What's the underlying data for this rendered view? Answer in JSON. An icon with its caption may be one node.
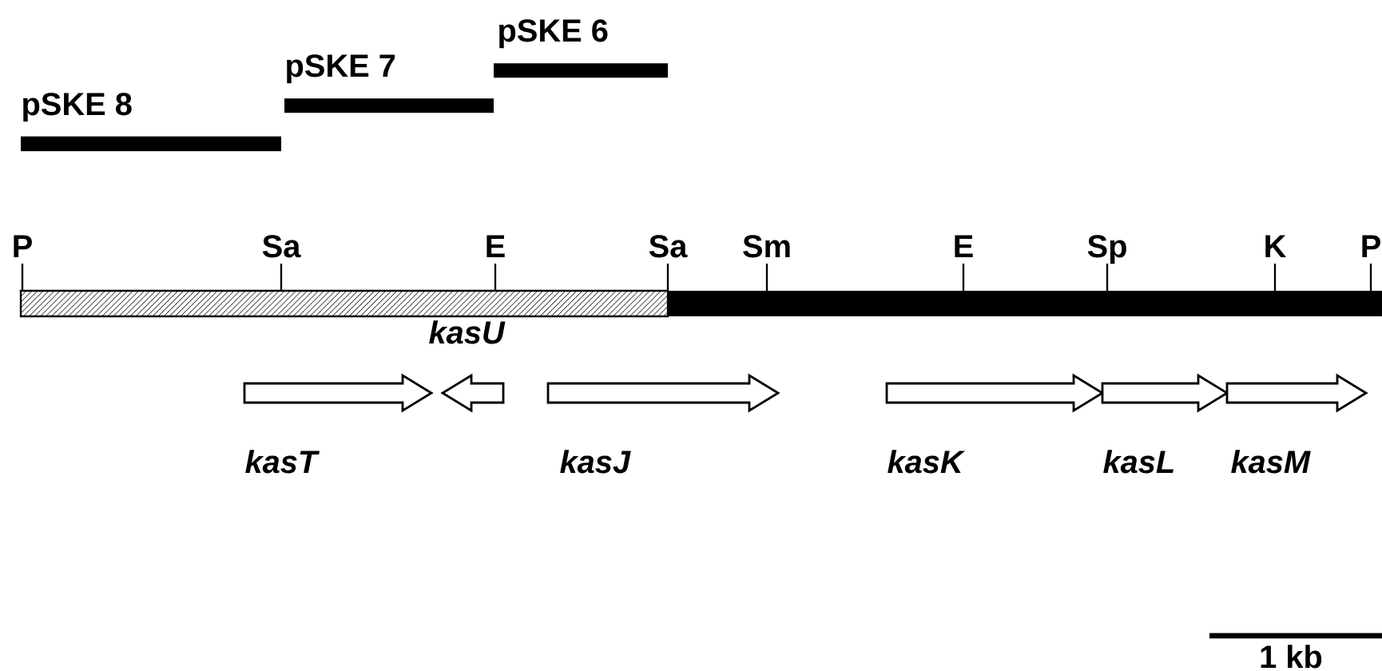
{
  "diagram": {
    "nodes": [
      {
        "text": [
          "pSKE 8"
        ]
      },
      {
        "text": [
          "pSKE 7"
        ]
      },
      {
        "text": [
          "pSKE 6"
        ]
      },
      {
        "text": [
          "kasT"
        ]
      },
      {
        "text": [
          "kasU"
        ]
      },
      {
        "text": [
          "kasJ"
        ]
      },
      {
        "text": [
          "kasK"
        ]
      },
      {
        "text": [
          "kasL"
        ]
      },
      {
        "text": [
          "kasM"
        ]
      }
    ],
    "labels": [
      "P",
      "Sa",
      "E",
      "Sa",
      "Sm",
      "E",
      "Sp",
      "K",
      "P",
      "1 kb"
    ]
  }
}
